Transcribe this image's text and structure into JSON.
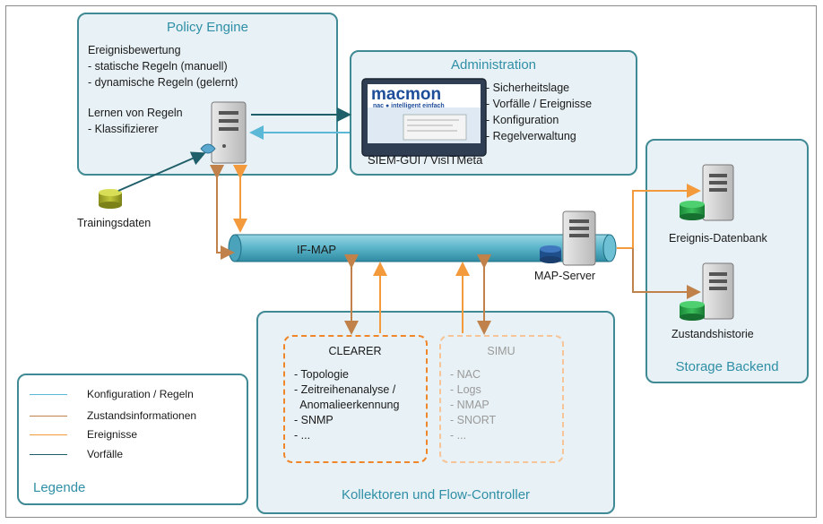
{
  "colors": {
    "konfiguration": "#5bb8d6",
    "zustand": "#c0824a",
    "ereignisse": "#f39a3c",
    "vorfaelle": "#1f5f6a",
    "panel_border": "#3f8a94",
    "panel_fill": "#e8f1f5",
    "title": "#2f8fa6"
  },
  "policy_engine": {
    "title": "Policy Engine",
    "lines": [
      "Ereignisbewertung",
      " - statische Regeln (manuell)",
      " - dynamische Regeln (gelernt)"
    ],
    "lines2": [
      "Lernen von Regeln",
      " - Klassifizierer"
    ]
  },
  "trainingsdaten": {
    "label": "Trainingsdaten"
  },
  "administration": {
    "title": "Administration",
    "logo_main": "macmon",
    "logo_sub": "nac ● intelligent einfach",
    "items": [
      "- Sicherheitslage",
      "- Vorfälle / Ereignisse",
      "- Konfiguration",
      "- Regelverwaltung"
    ],
    "caption": "SIEM-GUI / VisITMeta"
  },
  "ifmap": {
    "label": "IF-MAP",
    "server_label": "MAP-Server"
  },
  "storage": {
    "title": "Storage Backend",
    "db1": "Ereignis-Datenbank",
    "db2": "Zustandshistorie"
  },
  "collectors": {
    "title": "Kollektoren und Flow-Controller",
    "clearer": {
      "title": "CLEARER",
      "items": [
        "- Topologie",
        "- Zeitreihenanalyse /",
        "  Anomalieerkennung",
        "- SNMP",
        "- ..."
      ]
    },
    "simu": {
      "title": "SIMU",
      "items": [
        "- NAC",
        "- Logs",
        "- NMAP",
        "- SNORT",
        "- ..."
      ]
    }
  },
  "legend": {
    "title": "Legende",
    "items": [
      {
        "label": "Konfiguration / Regeln",
        "color": "#5bb8d6"
      },
      {
        "label": "Zustandsinformationen",
        "color": "#c0824a"
      },
      {
        "label": "Ereignisse",
        "color": "#f39a3c"
      },
      {
        "label": "Vorfälle",
        "color": "#1f5f6a"
      }
    ]
  }
}
